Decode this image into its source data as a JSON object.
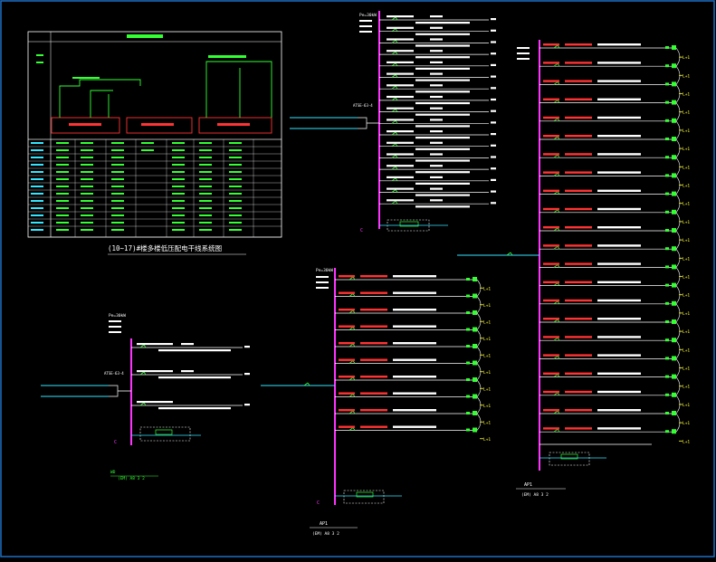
{
  "colors": {
    "background": "#000000",
    "frame": "#1f6fc4",
    "busbar": "#ff33ff",
    "feeder": "#ffffff",
    "breaker": "#33ff33",
    "label_red": "#ff3333",
    "label_white": "#ffffff",
    "label_yellow": "#ffff33",
    "label_cyan": "#33e6ff",
    "meter_green": "#33ff33"
  },
  "drawing": {
    "title": "(10~17)#楼多楼低压配电干线系统图"
  },
  "lighting_panel_1": {
    "panel_id": "AP1",
    "room": "(EM) A8 3 2",
    "feeder_count": 10,
    "outlet_label": "L+1"
  },
  "lighting_panel_2": {
    "panel_id": "AP1",
    "room": "(EM) A8 3 2",
    "feeder_count": 22,
    "outlet_label": "L+1"
  },
  "small_panel": {
    "load_label": "Pe=30kW",
    "switch_label": "ATSE-63-4",
    "panel_id": "WD",
    "panel_room": "(EM) A8 3 2",
    "tag": "C",
    "feeder_label": "C"
  },
  "mid_panel": {
    "load_label": "Pe=30kW",
    "tag": "C",
    "feeder_label": "C"
  },
  "top_panel": {
    "load_label": "Pe=30kW",
    "switch_label": "ATSE-63-4",
    "tag": "C"
  }
}
